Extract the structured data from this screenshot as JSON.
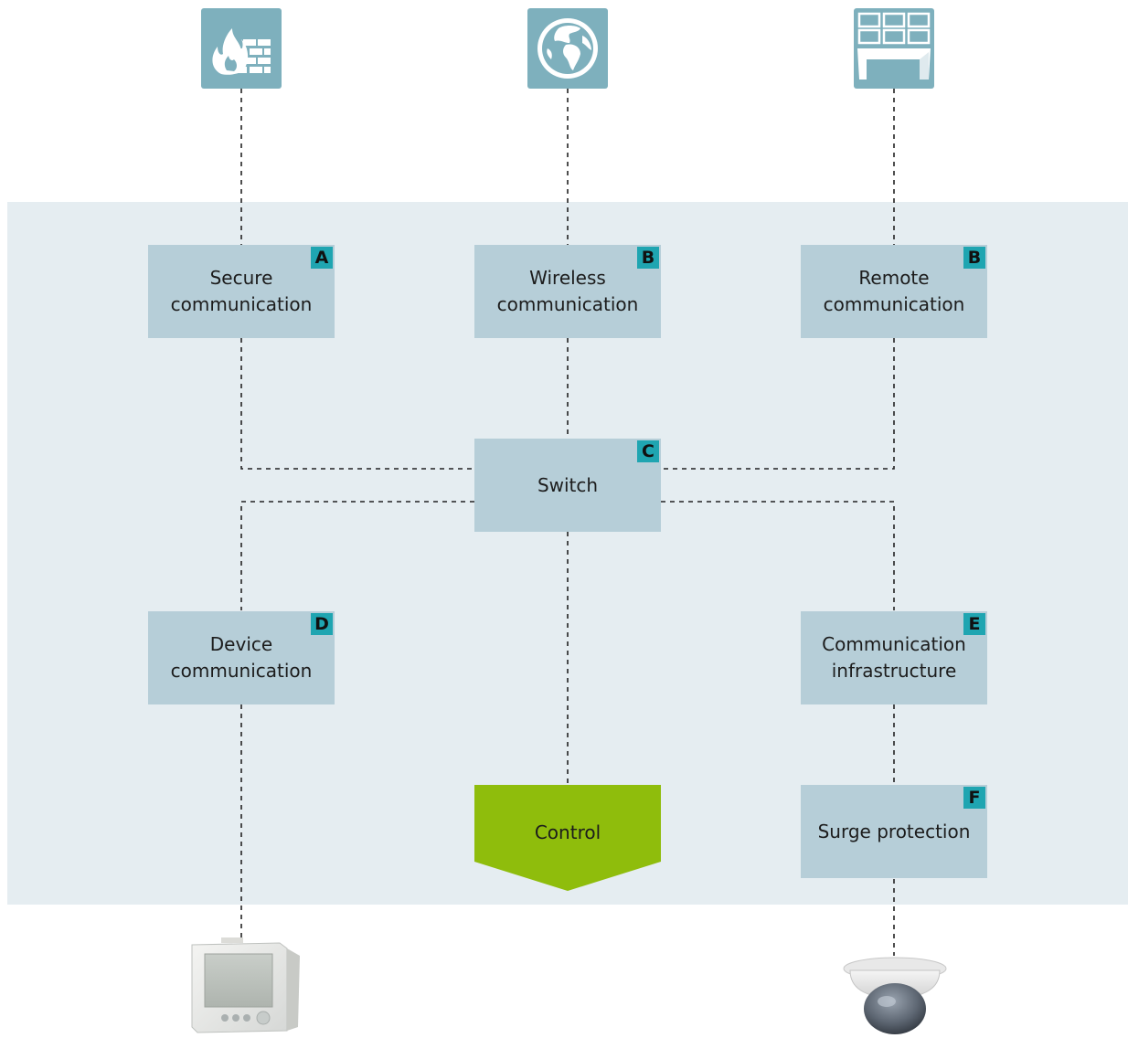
{
  "nodes": {
    "secure": {
      "label_line1": "Secure",
      "label_line2": "communication",
      "badge": "A"
    },
    "wireless": {
      "label_line1": "Wireless",
      "label_line2": "communication",
      "badge": "B"
    },
    "remote": {
      "label_line1": "Remote",
      "label_line2": "communication",
      "badge": "B"
    },
    "switch": {
      "label": "Switch",
      "badge": "C"
    },
    "device": {
      "label_line1": "Device",
      "label_line2": "communication",
      "badge": "D"
    },
    "infra": {
      "label_line1": "Communication",
      "label_line2": "infrastructure",
      "badge": "E"
    },
    "surge": {
      "label": "Surge protection",
      "badge": "F"
    },
    "control": {
      "label": "Control"
    }
  },
  "icons": {
    "top_left": "firewall-icon",
    "top_center": "globe-icon",
    "top_right": "video-wall-icon",
    "bottom_left": "power-meter-device",
    "bottom_right": "dome-camera-device"
  },
  "colors": {
    "panel": "#e5edf1",
    "node": "#b6ced8",
    "badge": "#1fa5b1",
    "icon_box": "#7eb0bd",
    "control": "#8fbd0c"
  }
}
